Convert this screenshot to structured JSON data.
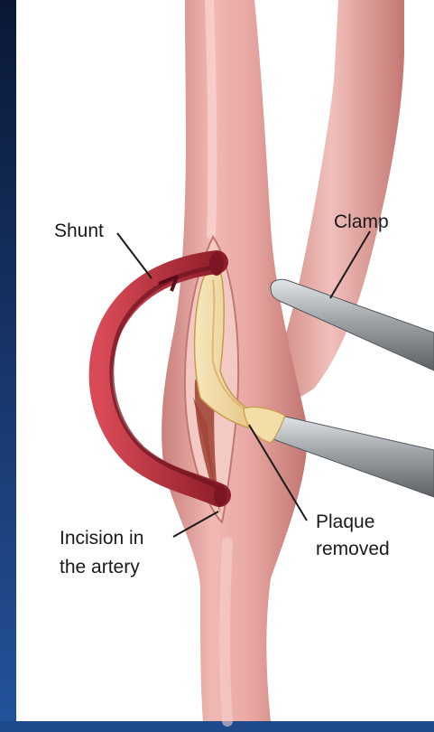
{
  "diagram": {
    "labels": {
      "shunt": "Shunt",
      "clamp": "Clamp",
      "incision_line1": "Incision in",
      "incision_line2": "the artery",
      "plaque_line1": "Plaque",
      "plaque_line2": "removed"
    }
  },
  "colors": {
    "frame": "#0b1a3a",
    "panel": "#ffffff",
    "artery": "#e6a3a0",
    "artery_dark": "#c97773",
    "shunt": "#b8323f",
    "plaque": "#f0d9a0",
    "instrument": "#8d9196",
    "text": "#1a1a1a"
  },
  "icons": [
    "artery-illustration",
    "shunt-tube",
    "clamp-instrument",
    "forceps-instrument",
    "plaque-strip"
  ]
}
